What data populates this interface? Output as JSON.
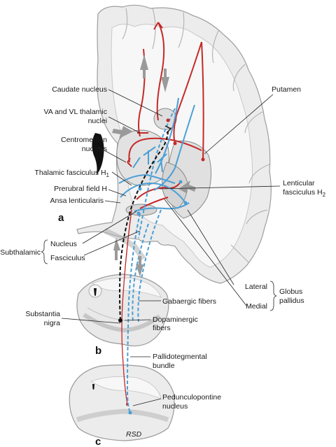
{
  "labels": {
    "caudate": "Caudate nucleus",
    "va_vl_1": "VA and VL thalamic",
    "va_vl_2": "nuclei",
    "centromedian_1": "Centromedian",
    "centromedian_2": "nucleus",
    "thal_fasc": "Thalamic fasciculus H",
    "thal_fasc_sub": "1",
    "prerubral": "Prerubral field H",
    "ansa": "Ansa lenticularis",
    "putamen": "Putamen",
    "lent_1": "Lenticular",
    "lent_2": "fasciculus H",
    "lent_sub": "2",
    "subthalamic": "Subthalamic",
    "nucleus": "Nucleus",
    "fasciculus": "Fasciculus",
    "lateral": "Lateral",
    "medial": "Medial",
    "globus_1": "Globus",
    "globus_2": "pallidus",
    "gabaergic": "Gabaergic fibers",
    "dopa_1": "Dopaminergic",
    "dopa_2": "fibers",
    "substantia_1": "Substantia",
    "substantia_2": "nigra",
    "pallido_1": "Pallidotegmental",
    "pallido_2": "bundle",
    "peduncular_1": "Pedunculopontine",
    "peduncular_2": "nucleus",
    "signature": "RSD"
  },
  "panels": {
    "a": "a",
    "b": "b",
    "c": "c"
  },
  "colors": {
    "excitatory": "#c62828",
    "inhibitory": "#4a9fd6",
    "dopaminergic": "#111111",
    "tissue": "#e9e9e9",
    "tissue_dark": "#cfcfcf"
  }
}
